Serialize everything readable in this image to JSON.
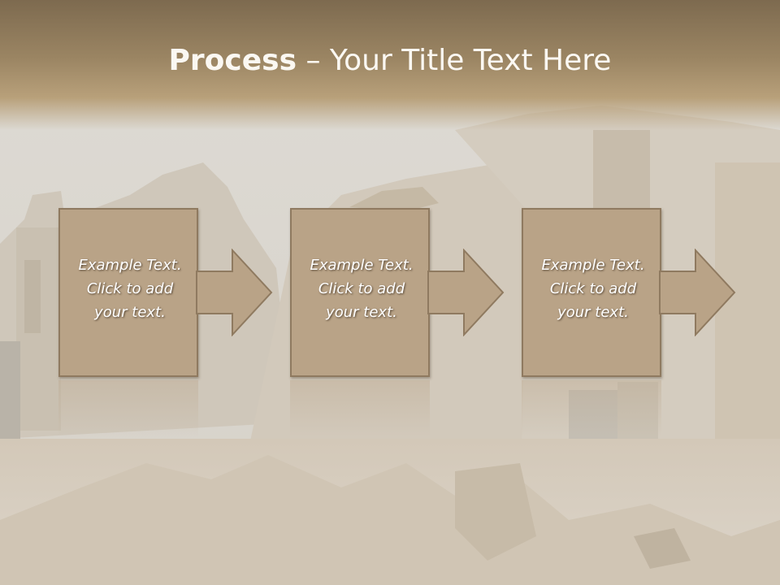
{
  "slide": {
    "title_bold": "Process",
    "title_rest": " – Your Title Text Here"
  },
  "steps": [
    {
      "line1": "Example Text.",
      "line2": "Click  to add",
      "line3": "your text."
    },
    {
      "line1": "Example Text.",
      "line2": "Click  to add",
      "line3": "your text."
    },
    {
      "line1": "Example Text.",
      "line2": "Click  to add",
      "line3": "your text."
    }
  ],
  "colors": {
    "box_fill": "#b9a387",
    "box_border": "#8f7a60",
    "title_band": "#9b8563",
    "title_text": "#fbf8f2"
  },
  "icons": [
    "right-arrow-icon"
  ]
}
